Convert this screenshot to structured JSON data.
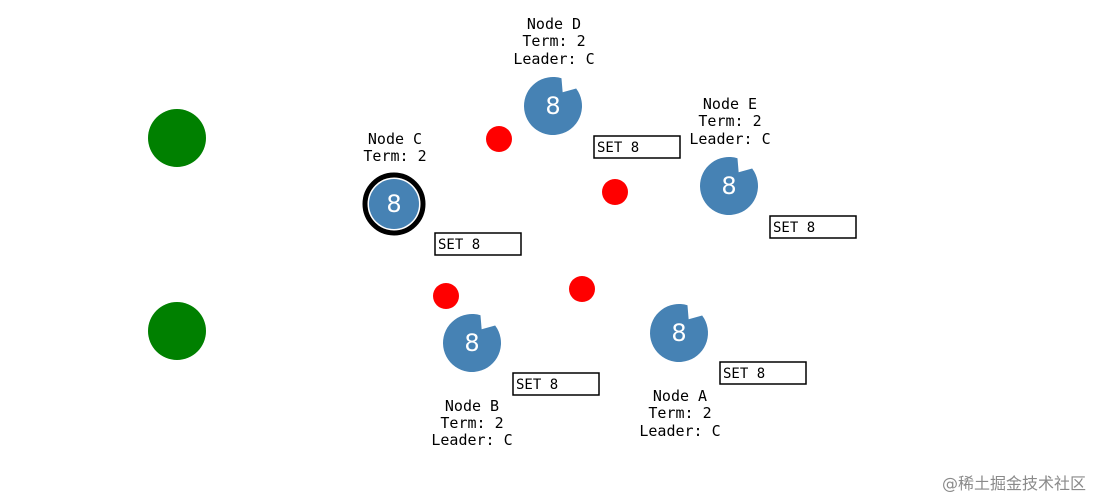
{
  "colors": {
    "node": "#4682b4",
    "leader_ring": "#000000",
    "client": "#008000",
    "message": "#ff0000",
    "log_border": "#000000",
    "watermark": "#8a8a8a"
  },
  "clients": [
    {
      "id": "client-1"
    },
    {
      "id": "client-2"
    }
  ],
  "nodes": {
    "c": {
      "name": "Node C",
      "term": "Term: 2",
      "leader": "",
      "value": "8",
      "log_entry": "SET 8",
      "is_leader": true,
      "progress": 1.0
    },
    "d": {
      "name": "Node D",
      "term": "Term: 2",
      "leader": "Leader: C",
      "value": "8",
      "log_entry": "SET 8",
      "is_leader": false,
      "progress": 0.9
    },
    "e": {
      "name": "Node E",
      "term": "Term: 2",
      "leader": "Leader: C",
      "value": "8",
      "log_entry": "SET 8",
      "is_leader": false,
      "progress": 0.9
    },
    "b": {
      "name": "Node B",
      "term": "Term: 2",
      "leader": "Leader: C",
      "value": "8",
      "log_entry": "SET 8",
      "is_leader": false,
      "progress": 0.9
    },
    "a": {
      "name": "Node A",
      "term": "Term: 2",
      "leader": "Leader: C",
      "value": "8",
      "log_entry": "SET 8",
      "is_leader": false,
      "progress": 0.9
    }
  },
  "messages": [
    {
      "id": "msg-to-d"
    },
    {
      "id": "msg-to-e"
    },
    {
      "id": "msg-to-b"
    },
    {
      "id": "msg-to-a"
    }
  ],
  "watermark": "@稀土掘金技术社区"
}
